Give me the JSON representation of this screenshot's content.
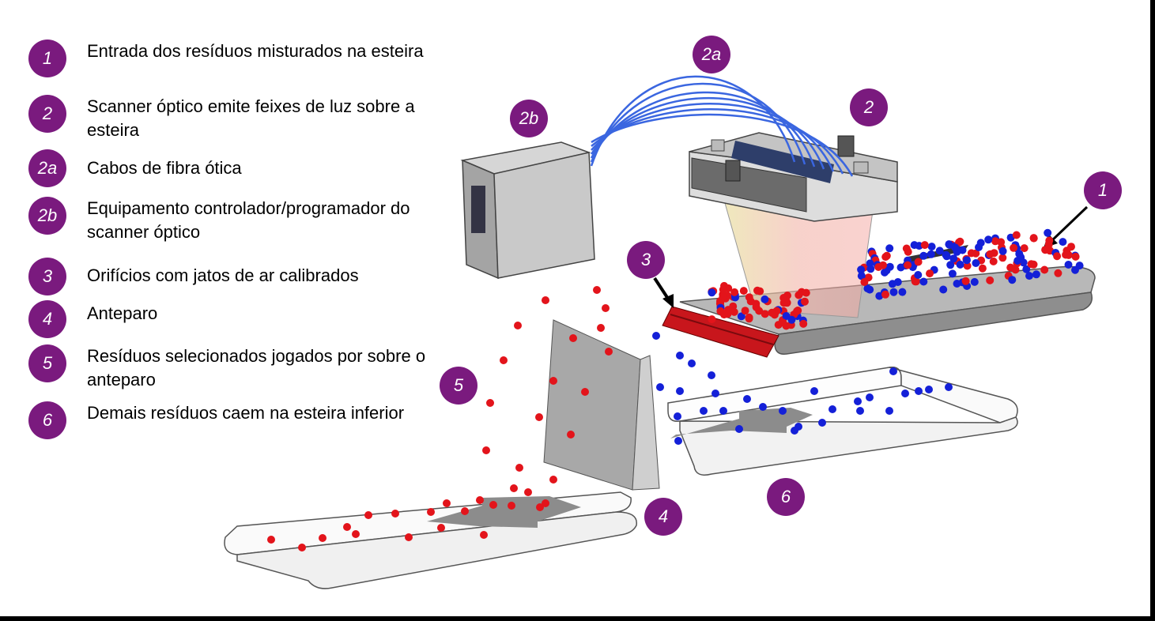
{
  "legend": [
    {
      "badge": "1",
      "text": "Entrada dos resíduos misturados na esteira"
    },
    {
      "badge": "2",
      "text": "Scanner óptico emite feixes de luz sobre a esteira"
    },
    {
      "badge": "2a",
      "text": "Cabos de fibra ótica"
    },
    {
      "badge": "2b",
      "text": "Equipamento controlador/programador do scanner óptico"
    },
    {
      "badge": "3",
      "text": "Orifícios com jatos de ar calibrados"
    },
    {
      "badge": "4",
      "text": "Anteparo"
    },
    {
      "badge": "5",
      "text": "Resíduos selecionados jogados por sobre o anteparo"
    },
    {
      "badge": "6",
      "text": "Demais resíduos caem na esteira inferior"
    }
  ],
  "diagram_badges": {
    "b2a": "2a",
    "b2b": "2b",
    "b2": "2",
    "b1": "1",
    "b3": "3",
    "b5": "5",
    "b4": "4",
    "b6": "6"
  },
  "colors": {
    "badge": "#7a1a7e",
    "red_particle": "#e3141b",
    "blue_particle": "#1420d8",
    "fiber": "#3a66e0",
    "air_jets": "#c8161c"
  }
}
